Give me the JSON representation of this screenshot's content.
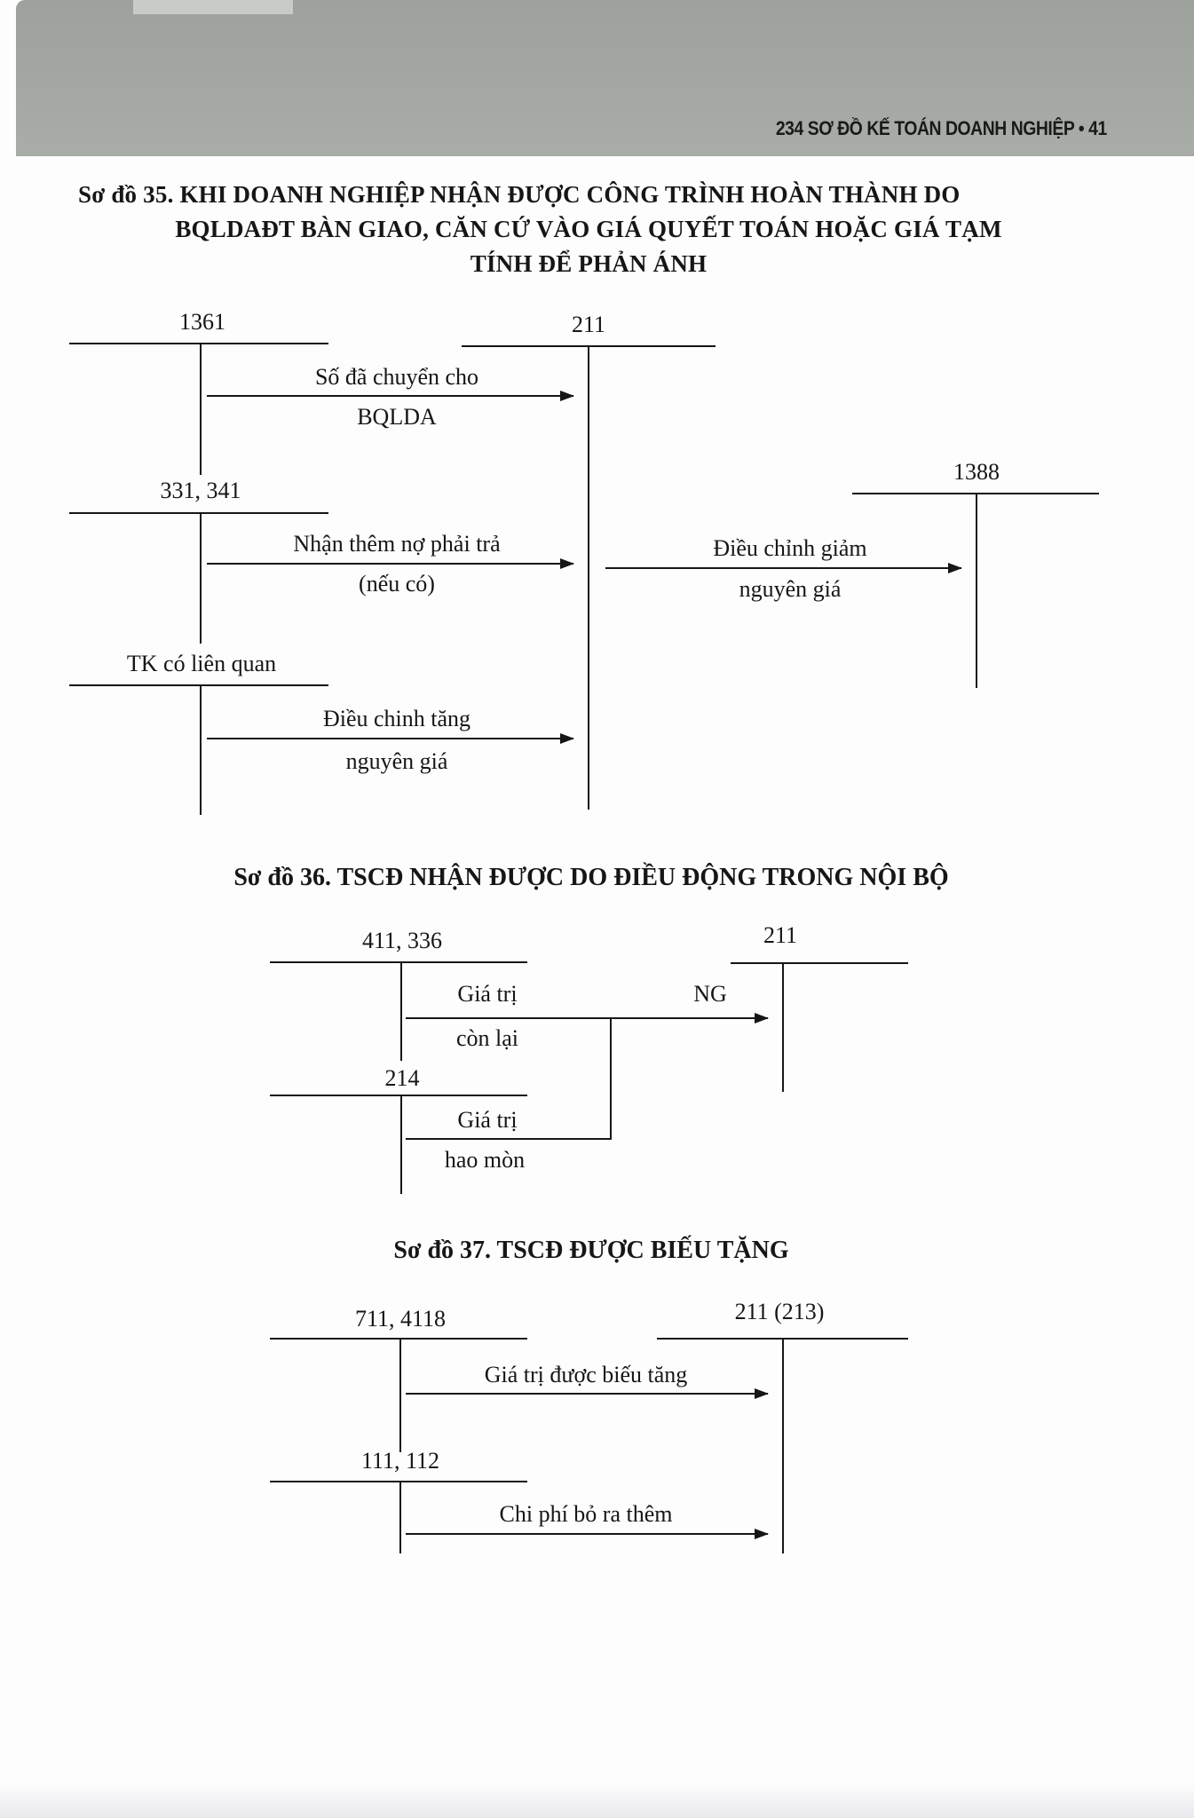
{
  "header": {
    "running_head": "234 SƠ ĐỒ KẾ TOÁN DOANH NGHIỆP  •  41"
  },
  "diagram35": {
    "title_line1": "Sơ đồ 35. KHI DOANH NGHIỆP NHẬN ĐƯỢC CÔNG TRÌNH HOÀN THÀNH DO",
    "title_line2": "BQLDAĐT BÀN GIAO, CĂN CỨ VÀO GIÁ QUYẾT TOÁN HOẶC GIÁ TẠM",
    "title_line3": "TÍNH ĐỂ PHẢN ÁNH",
    "accounts": {
      "acc1361": "1361",
      "acc211": "211",
      "acc331": "331, 341",
      "acc1388": "1388",
      "acc_related": "TK có liên quan"
    },
    "entries": {
      "e1_top": "Số đã chuyển cho",
      "e1_bottom": "BQLDA",
      "e2_top": "Nhận thêm nợ phải trả",
      "e2_bottom": "(nếu có)",
      "e3_top": "Điều chỉnh giảm",
      "e3_bottom": "nguyên giá",
      "e4_top": "Điều chinh tăng",
      "e4_bottom": "nguyên giá"
    }
  },
  "diagram36": {
    "title": "Sơ đồ 36. TSCĐ NHẬN ĐƯỢC DO ĐIỀU ĐỘNG TRONG NỘI BỘ",
    "accounts": {
      "acc411": "411, 336",
      "acc211": "211",
      "acc214": "214"
    },
    "entries": {
      "remaining_top": "Giá trị",
      "remaining_bottom": "còn lại",
      "ng": "NG",
      "depr_top": "Giá trị",
      "depr_bottom": "hao mòn"
    }
  },
  "diagram37": {
    "title": "Sơ đồ 37. TSCĐ ĐƯỢC BIẾU TẶNG",
    "accounts": {
      "acc711": "711, 4118",
      "acc211": "211 (213)",
      "acc111": "111, 112"
    },
    "entries": {
      "gift_value": "Giá trị được biếu tăng",
      "extra_cost": "Chi phí bỏ ra thêm"
    }
  }
}
